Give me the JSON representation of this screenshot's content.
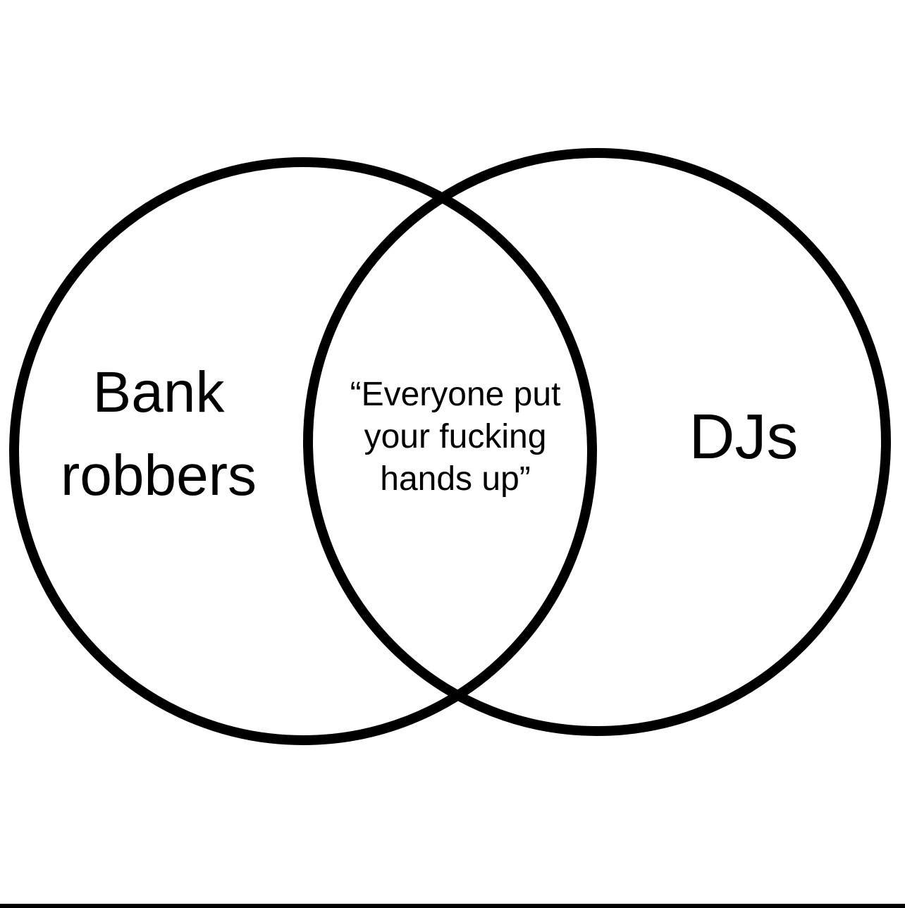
{
  "diagram": {
    "type": "venn",
    "sets": [
      {
        "id": "left",
        "label_lines": [
          "Bank",
          "robbers"
        ]
      },
      {
        "id": "right",
        "label_lines": [
          "DJs"
        ]
      }
    ],
    "intersection": {
      "label_lines": [
        "“Everyone put",
        "your fucking",
        "hands up”"
      ]
    },
    "colors": {
      "background": "#ffffff",
      "stroke": "#000000",
      "text": "#000000"
    }
  }
}
